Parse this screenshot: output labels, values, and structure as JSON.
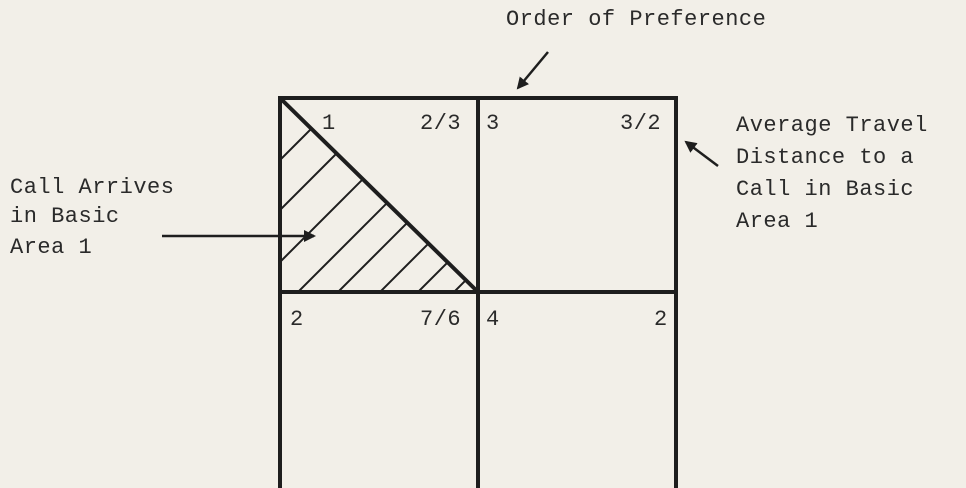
{
  "diagram": {
    "title_label": "Order of Preference",
    "call_label": {
      "line1": "Call Arrives",
      "line2": "in Basic",
      "line3": "Area 1"
    },
    "travel_label": {
      "line1": "Average Travel",
      "line2": "Distance to a",
      "line3": "Call in Basic",
      "line4": "Area 1"
    },
    "cells": [
      {
        "order": "1",
        "distance": "2/3"
      },
      {
        "order": "3",
        "distance": "3/2"
      },
      {
        "order": "2",
        "distance": "7/6"
      },
      {
        "order": "4",
        "distance": "2"
      }
    ],
    "colors": {
      "background": "#f2efe8",
      "ink": "#1e1e1e"
    }
  }
}
